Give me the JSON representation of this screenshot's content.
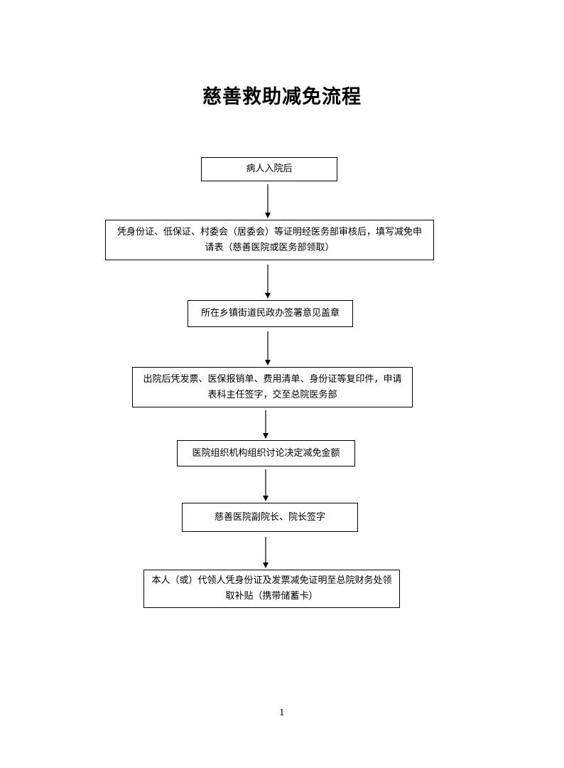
{
  "document": {
    "title": "慈善救助减免流程",
    "page_number": "1"
  },
  "flowchart": {
    "steps": [
      {
        "text": "病人入院后"
      },
      {
        "text": "凭身份证、低保证、村委会（居委会）等证明经医务部审核后，填写减免申请表（慈善医院或医务部领取）"
      },
      {
        "text": "所在乡镇街道民政办签署意见盖章"
      },
      {
        "text": "出院后凭发票、医保报销单、费用清单、身份证等复印件，申请表科主任签字，交至总院医务部"
      },
      {
        "text": "医院组织机构组织讨论决定减免金额"
      },
      {
        "text": "慈善医院副院长、院长签字"
      },
      {
        "text": "本人（或）代领人凭身份证及发票减免证明至总院财务处领取补贴（携带储蓄卡）"
      }
    ]
  }
}
